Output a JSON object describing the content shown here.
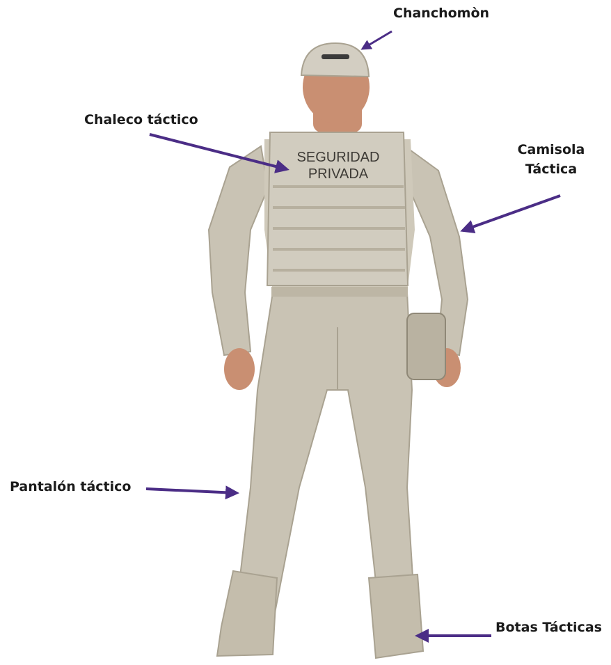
{
  "colors": {
    "arrow": "#4b2d86",
    "uniform": "#c9c3b4",
    "uniform_shadow": "#a9a291",
    "skin": "#c98f72",
    "vest_text": "#3d3a35"
  },
  "labels": {
    "cap": "Chanchomòn",
    "vest": "Chaleco táctico",
    "shirt_line1": "Camisola",
    "shirt_line2": "Táctica",
    "pants": "Pantalón táctico",
    "boots": "Botas Tácticas"
  },
  "vest_print": {
    "line1": "SEGURIDAD",
    "line2": "PRIVADA"
  }
}
